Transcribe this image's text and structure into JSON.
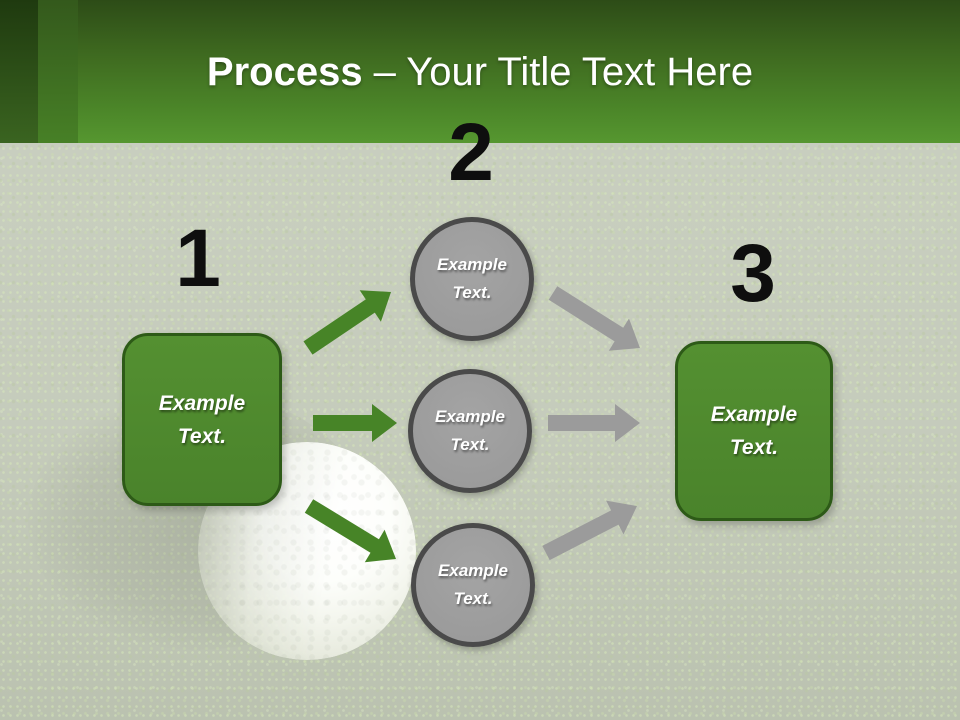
{
  "header": {
    "title_bold": "Process",
    "title_rest": "– Your Title Text Here"
  },
  "steps": [
    {
      "number": "1",
      "label": "Example Text."
    },
    {
      "number": "2",
      "labels": [
        "Example Text.",
        "Example Text.",
        "Example Text."
      ]
    },
    {
      "number": "3",
      "label": "Example Text."
    }
  ],
  "icons": {
    "golf_ball": "golf-ball-photo",
    "arrows_left": "green-arrows-to-circles",
    "arrows_right": "gray-arrows-to-box"
  },
  "colors": {
    "header_top": "#2d4c17",
    "header_bottom": "#569730",
    "box_fill": "#4a832b",
    "box_border": "#2d5a17",
    "circle_fill": "#989898",
    "circle_border": "#4a4a4a",
    "arrow_green": "#478427",
    "arrow_gray": "#9b9b9b",
    "background": "#c9cfc0",
    "number_color": "#0e0e0e"
  }
}
